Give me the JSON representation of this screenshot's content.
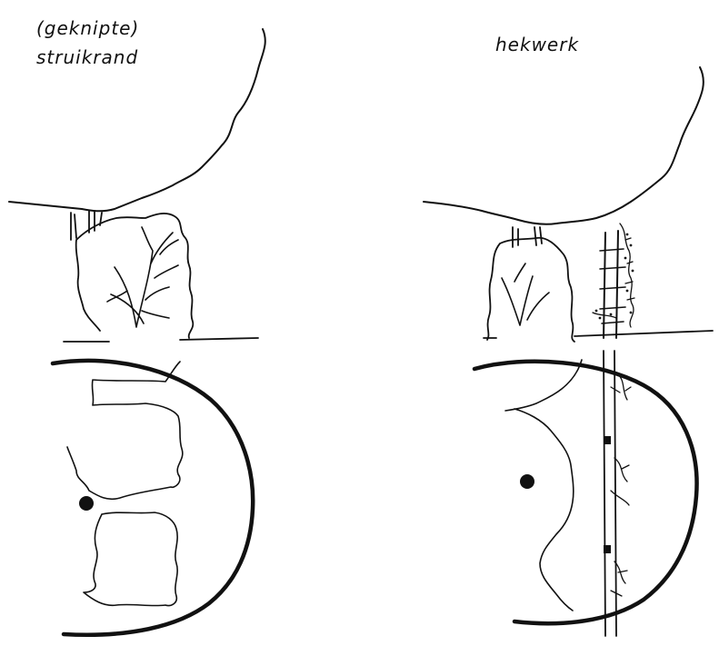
{
  "panels": {
    "left": {
      "label_line1": "(geknipte)",
      "label_line2": "struikrand"
    },
    "right": {
      "label": "hekwerk"
    }
  }
}
